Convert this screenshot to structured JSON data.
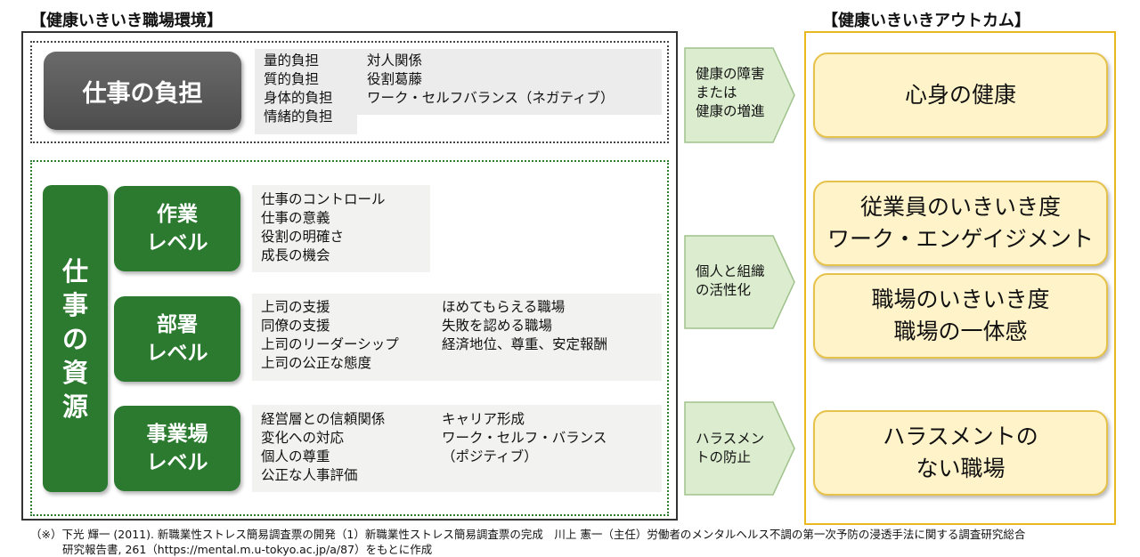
{
  "headers": {
    "environment": "【健康いきいき職場環境】",
    "outcome": "【健康いきいきアウトカム】"
  },
  "burden": {
    "title": "仕事の負担",
    "left_items": [
      "量的負担",
      "質的負担",
      "身体的負担",
      "情緒的負担"
    ],
    "right_items": [
      "対人関係",
      "役割葛藤",
      "ワーク・セルフバランス（ネガティブ）"
    ]
  },
  "resources": {
    "title_chars": [
      "仕",
      "事",
      "の",
      "資",
      "源"
    ],
    "levels": [
      {
        "label": [
          "作業",
          "レベル"
        ],
        "col1": [
          "仕事のコントロール",
          "仕事の意義",
          "役割の明確さ",
          "成長の機会"
        ],
        "col2": []
      },
      {
        "label": [
          "部署",
          "レベル"
        ],
        "col1": [
          "上司の支援",
          "同僚の支援",
          "上司のリーダーシップ",
          "上司の公正な態度"
        ],
        "col2": [
          "ほめてもらえる職場",
          "失敗を認める職場",
          "経済地位、尊重、安定報酬"
        ]
      },
      {
        "label": [
          "事業場",
          "レベル"
        ],
        "col1": [
          "経営層との信頼関係",
          "変化への対応",
          "個人の尊重",
          "公正な人事評価"
        ],
        "col2": [
          "キャリア形成",
          "ワーク・セルフ・バランス",
          "（ポジティブ）"
        ]
      }
    ]
  },
  "arrows": [
    {
      "lines": [
        "健康の障害",
        "または",
        "健康の増進"
      ]
    },
    {
      "lines": [
        "個人と組織",
        "の活性化"
      ]
    },
    {
      "lines": [
        "ハラスメン",
        "トの防止"
      ]
    }
  ],
  "outcomes": [
    {
      "lines": [
        "心身の健康"
      ]
    },
    {
      "lines": [
        "従業員のいきいき度",
        "ワーク・エンゲイジメント"
      ]
    },
    {
      "lines": [
        "職場のいきいき度",
        "職場の一体感"
      ]
    },
    {
      "lines": [
        "ハラスメントの",
        "ない職場"
      ]
    }
  ],
  "footnote": [
    "（※）下光 輝一 (2011). 新職業性ストレス簡易調査票の開発（1）新職業性ストレス簡易調査票の完成　川上 憲一（主任）労働者のメンタルヘルス不調の第一次予防の浸透手法に関する調査研究総合",
    "研究報告書, 261（https://mental.m.u-tokyo.ac.jp/a/87）をもとに作成"
  ],
  "colors": {
    "resource_green": "#2b7a2f",
    "arrow_green": "#dcedcf",
    "outcome_fill": "#fff3c9",
    "outcome_border": "#e8b81e"
  }
}
